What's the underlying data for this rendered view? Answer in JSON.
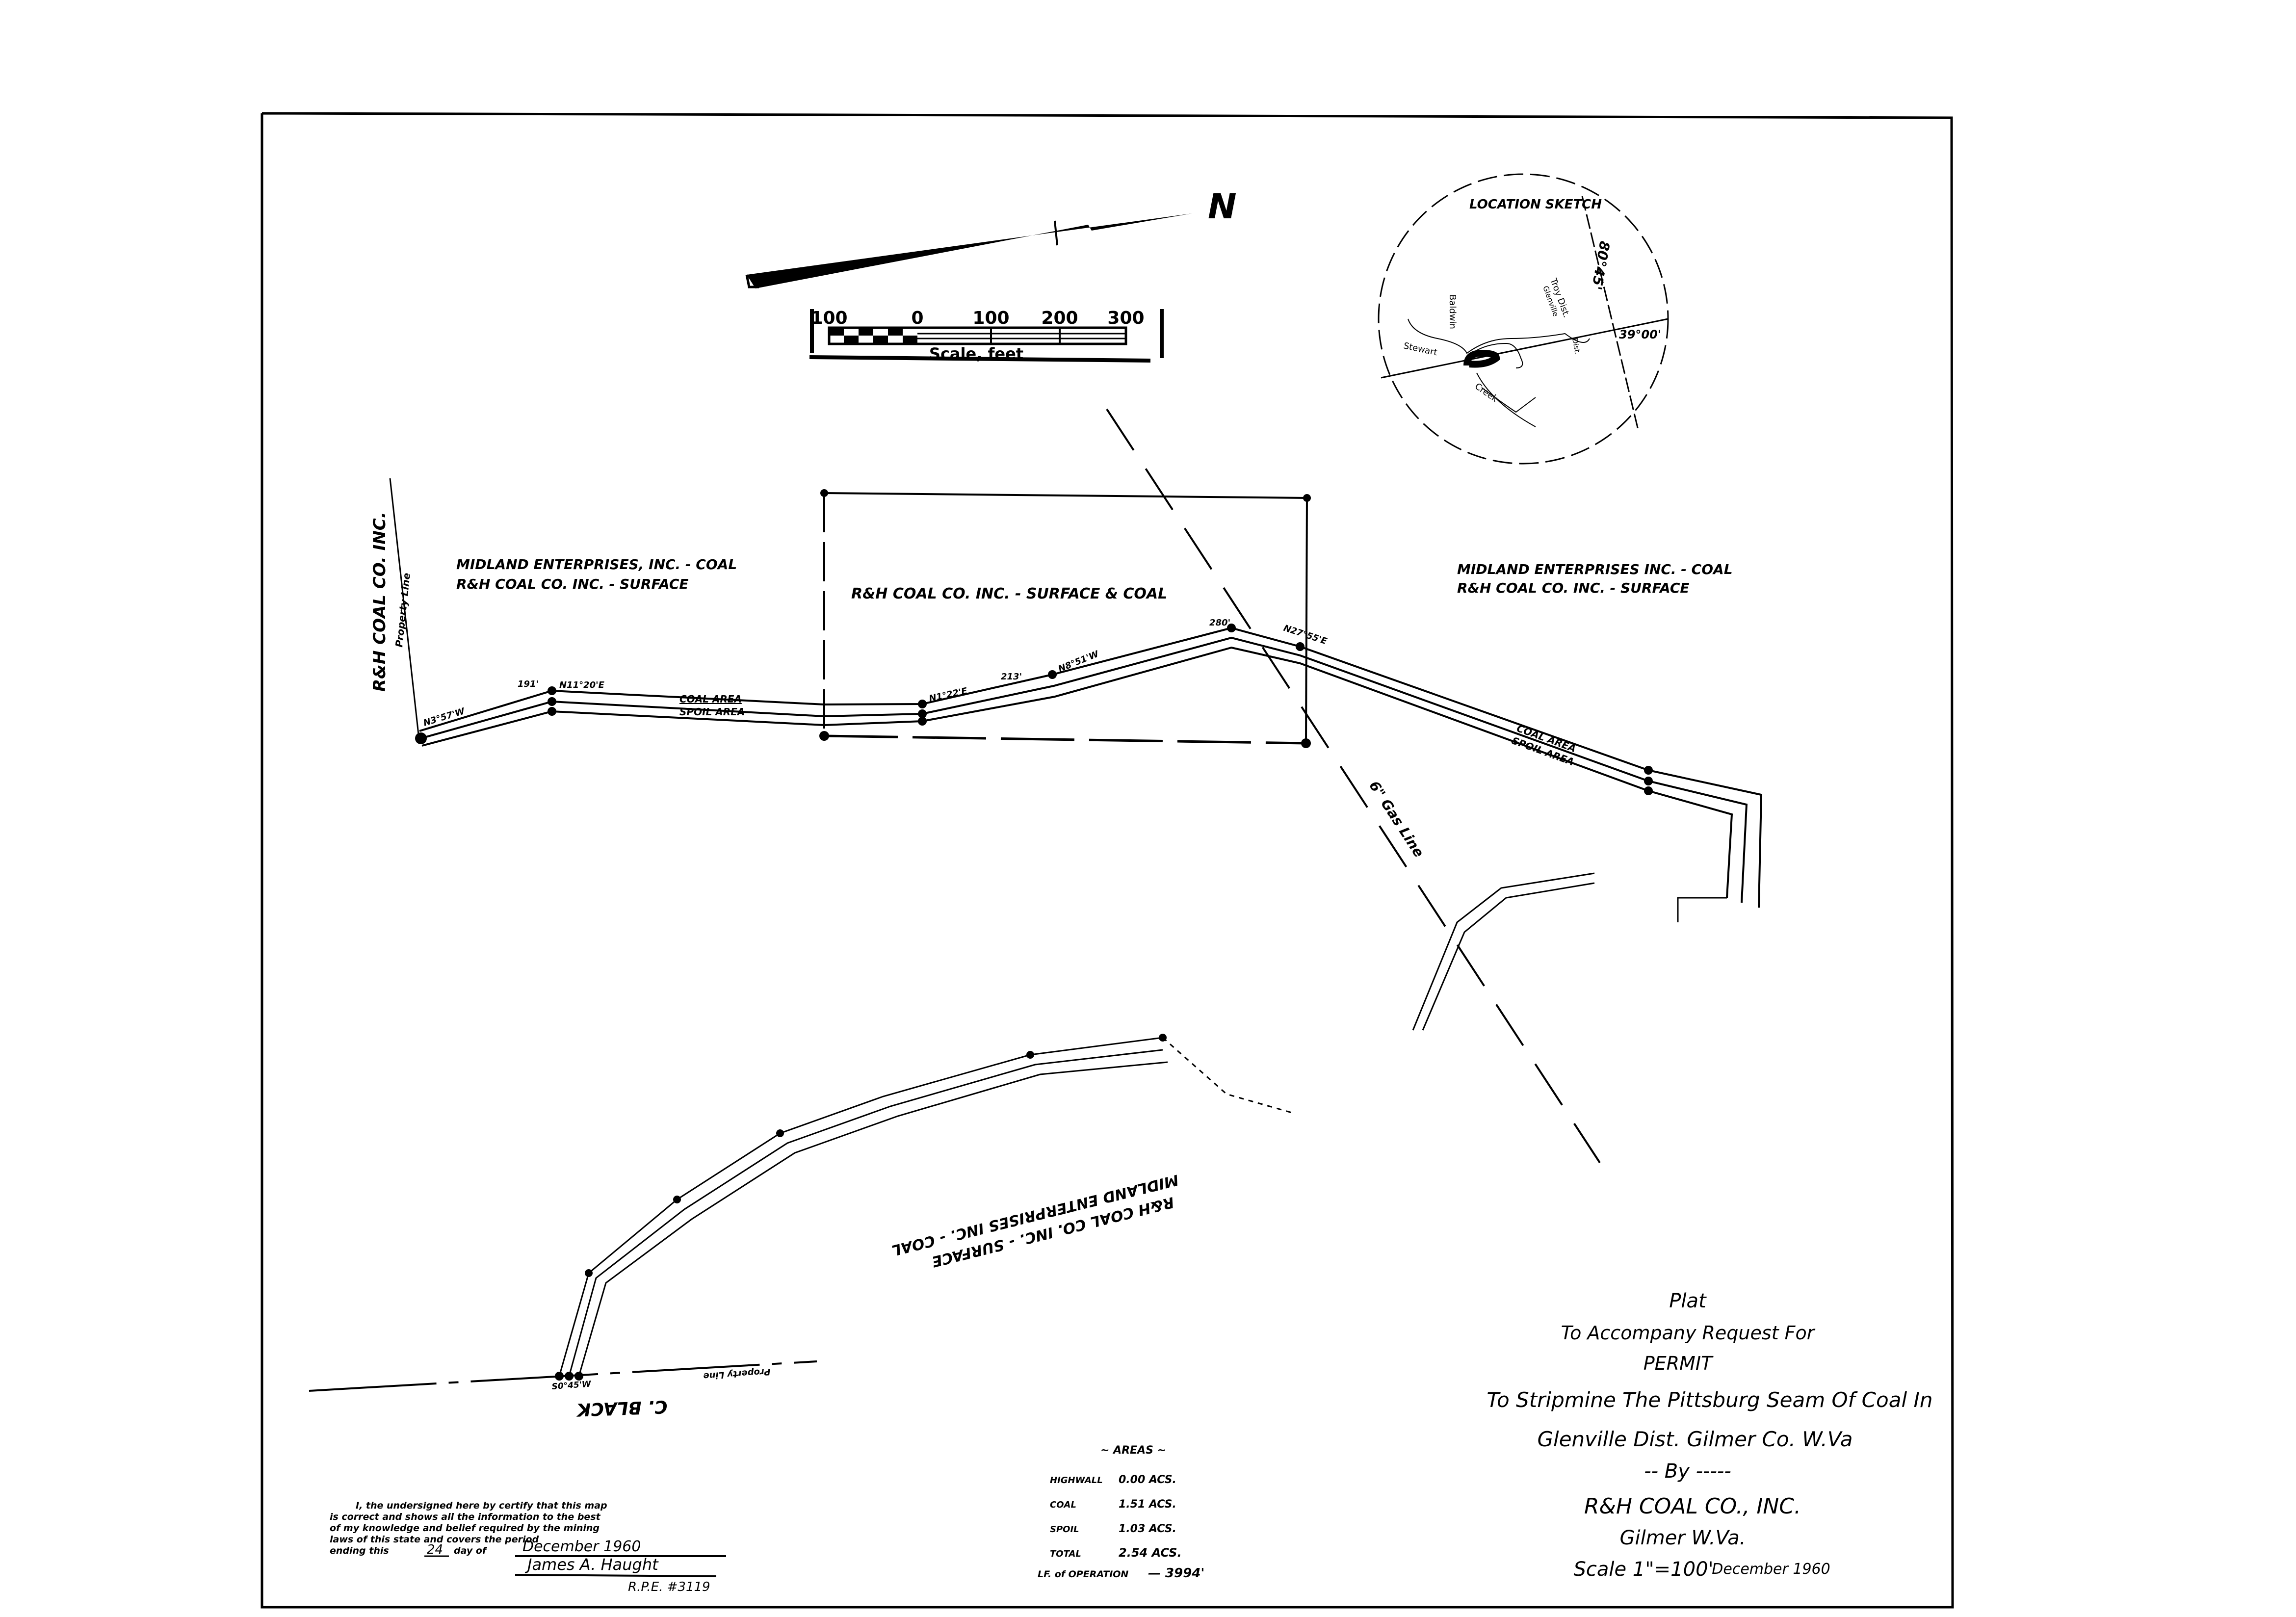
{
  "north_arrow": {
    "label": "N"
  },
  "scale_bar": {
    "ticks": [
      "100",
      "0",
      "100",
      "200",
      "300"
    ],
    "caption": "Scale, feet"
  },
  "location_sketch": {
    "title": "LOCATION SKETCH",
    "longitude": "80°45'",
    "latitude": "39°00'",
    "labels": [
      "Baldwin",
      "Stewart",
      "Creek",
      "Troy Dist.",
      "Glenville",
      "Dist."
    ]
  },
  "regions": {
    "left": [
      "MIDLAND ENTERPRISES, INC. - COAL",
      "R&H COAL CO. INC. - SURFACE"
    ],
    "center": "R&H COAL CO. INC. - SURFACE & COAL",
    "right": [
      "MIDLAND ENTERPRISES INC. - COAL",
      "R&H COAL CO. INC. - SURFACE"
    ],
    "bottom": [
      "R&H COAL CO. INC. - SURFACE",
      "MIDLAND ENTERPRISES INC. - COAL"
    ],
    "west_owner": "R&H COAL CO. INC.",
    "property_line": "Property Line",
    "south_owner": "C. BLACK",
    "gas_line": "6\" Gas Line"
  },
  "traverse_labels": {
    "coal_area": "COAL AREA",
    "spoil_area": "SPOIL AREA",
    "bearings": [
      "N3°57'W",
      "191'",
      "N11°20'E",
      "N1°22'E",
      "213'",
      "N8°51'W",
      "N27°55'E",
      "280'",
      "S0°45'W"
    ]
  },
  "areas": {
    "heading": "AREAS",
    "rows": [
      {
        "label": "HIGHWALL",
        "value": "0.00 ACS."
      },
      {
        "label": "COAL",
        "value": "1.51 ACS."
      },
      {
        "label": "SPOIL",
        "value": "1.03 ACS."
      },
      {
        "label": "TOTAL",
        "value": "2.54 ACS."
      }
    ],
    "lf_label": "LF. of OPERATION",
    "lf_value": "— 3994'"
  },
  "certification": {
    "lines": [
      "I, the undersigned here by certify that this map",
      "is correct and shows all the information to the best",
      "of my knowledge and belief required by the mining",
      "laws of this state and covers the period",
      "ending this"
    ],
    "day": "24",
    "day_of": "day of",
    "month_year": "December 1960",
    "signature": "James A. Haught",
    "registration": "R.P.E. #3119"
  },
  "title_block": {
    "line1": "Plat",
    "line2": "To Accompany Request For",
    "line3": "PERMIT",
    "line4": "To Stripmine The Pittsburg Seam Of Coal In",
    "line5": "Glenville Dist. Gilmer Co. W.Va",
    "line6": "By",
    "line7": "R&H COAL CO., INC.",
    "line8": "Gilmer  W.Va.",
    "line9": "Scale 1\"=100'",
    "date": "December 1960"
  }
}
